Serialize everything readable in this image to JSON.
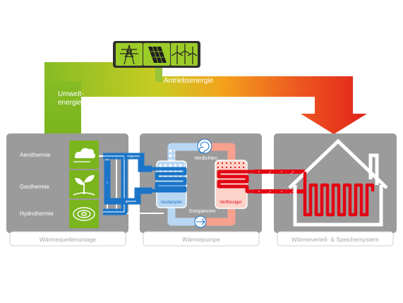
{
  "energy": {
    "drive_label": "Antriebsenergie",
    "ambient_label_line1": "Umwelt-",
    "ambient_label_line2": "energie",
    "source_icons": [
      "power-pylon-icon",
      "solar-panel-icon",
      "wind-turbine-icon"
    ]
  },
  "heat_source": {
    "caption": "Wärmequellenanlage",
    "items": [
      "Aerothermie",
      "Geothermie",
      "Hydrothermie"
    ],
    "item_icons": [
      "cloud-wind-icon",
      "plant-sprout-icon",
      "water-swirl-icon"
    ]
  },
  "heat_pump": {
    "caption": "Wärmepumpe",
    "labels": {
      "compress": "Verdichten",
      "expand": "Entspannen",
      "evaporator": "Verdampfer",
      "condenser": "Verflüssiger"
    }
  },
  "distribution": {
    "caption": "Wärmeverteil- & Speichersystem"
  },
  "colors": {
    "green": "#7ab51d",
    "orange": "#f5a11a",
    "red": "#e30613",
    "blue": "#1a75c9",
    "light_blue": "#9ec7ee",
    "salmon": "#f7a18e",
    "panel_gray": "#9b9b9b",
    "caption_gray": "#a6a6a6"
  }
}
